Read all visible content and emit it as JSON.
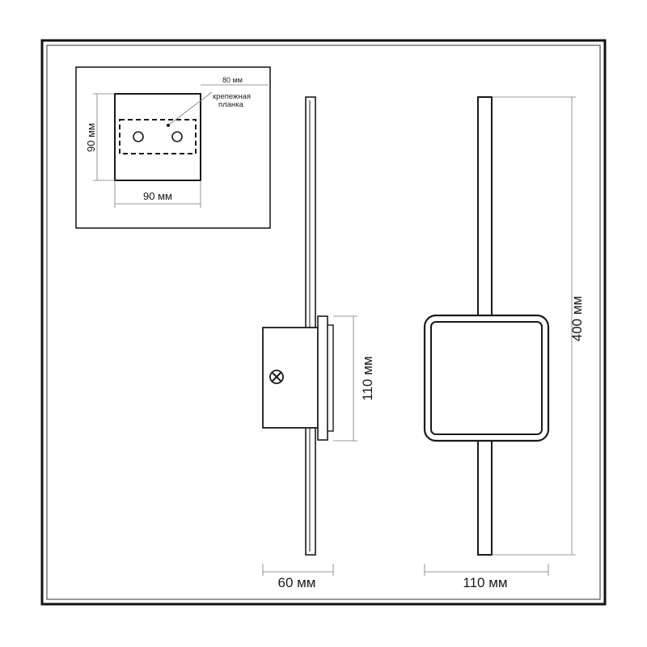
{
  "colors": {
    "frame": "#111111",
    "line": "#1a1a1a",
    "dim_line": "#7a7a7a",
    "fill": "#ffffff"
  },
  "inset": {
    "mount_plate_width": "80 мм",
    "mount_plate_label_line1": "крепежная",
    "mount_plate_label_line2": "планка",
    "base_height": "90 мм",
    "base_width": "90 мм"
  },
  "side_view": {
    "depth": "60 мм",
    "base_height": "110 мм"
  },
  "front_view": {
    "width": "110 мм",
    "height": "400 мм"
  },
  "icons": [
    "screw-icon"
  ]
}
